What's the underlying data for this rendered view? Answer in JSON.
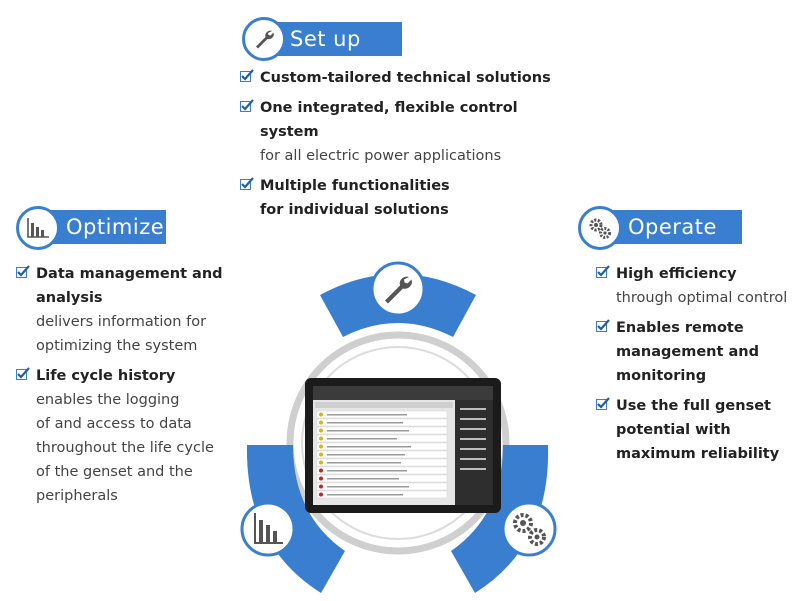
{
  "colors": {
    "accent": "#3a7fcf",
    "ring": "#c9c9c9",
    "tablet": "#1b1b1b"
  },
  "setup": {
    "title": "Set up",
    "icon": "wrench-icon",
    "items": [
      {
        "main": "Custom-tailored technical solutions",
        "sub": ""
      },
      {
        "main": "One integrated, flexible control system",
        "sub": "for all electric power applications"
      },
      {
        "main": "Multiple functionalities",
        "main2": "for individual solutions",
        "sub": ""
      }
    ]
  },
  "optimize": {
    "title": "Optimize",
    "icon": "bar-chart-icon",
    "items": [
      {
        "main": "Data management and analysis",
        "sub": [
          "delivers information for",
          "optimizing the system"
        ]
      },
      {
        "main": "Life cycle history",
        "sub": [
          "enables the logging",
          "of and access to data",
          "throughout the life cycle",
          "of the genset and the",
          "peripherals"
        ]
      }
    ]
  },
  "operate": {
    "title": "Operate",
    "icon": "gears-icon",
    "items": [
      {
        "main": [
          "High efficiency"
        ],
        "sub": [
          "through optimal control"
        ]
      },
      {
        "main": [
          "Enables remote",
          "management and",
          "monitoring"
        ],
        "sub": []
      },
      {
        "main": [
          "Use the full genset",
          "potential with",
          "maximum reliability"
        ],
        "sub": []
      }
    ]
  }
}
